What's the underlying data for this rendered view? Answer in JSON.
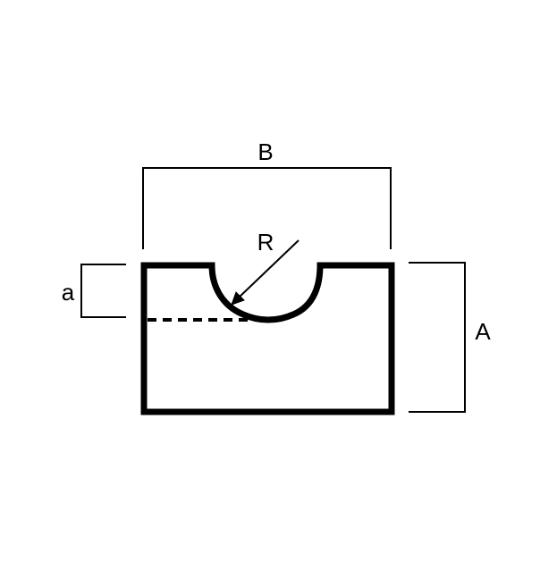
{
  "diagram": {
    "labels": {
      "width_outer": "B",
      "height_outer": "A",
      "notch_depth": "a",
      "notch_radius": "R"
    },
    "colors": {
      "stroke": "#000000",
      "background": "#ffffff"
    }
  }
}
